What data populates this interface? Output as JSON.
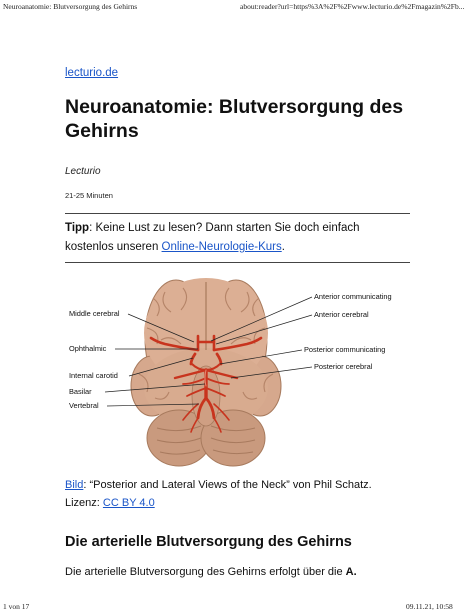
{
  "print": {
    "header_left": "Neuroanatomie: Blutversorgung des Gehirns",
    "header_right": "about:reader?url=https%3A%2F%2Fwww.lecturio.de%2Fmagazin%2Fb...",
    "footer_left": "1 von 17",
    "footer_right": "09.11.21, 10:58"
  },
  "article": {
    "domain": "lecturio.de",
    "title": "Neuroanatomie: Blutversorgung des Gehirns",
    "author": "Lecturio",
    "read_time": "21-25 Minuten"
  },
  "tip": {
    "label": "Tipp",
    "text_before": ": Keine Lust zu lesen? Dann starten Sie doch einfach kostenlos unseren ",
    "link": "Online-Neurologie-Kurs",
    "text_after": "."
  },
  "figure": {
    "labels_left": [
      "Middle cerebral",
      "Ophthalmic",
      "Internal carotid",
      "Basilar",
      "Vertebral"
    ],
    "labels_right": [
      "Anterior communicating",
      "Anterior cerebral",
      "Posterior communicating",
      "Posterior cerebral"
    ],
    "colors": {
      "brain": "#dcaf94",
      "brain_dark": "#b88466",
      "artery": "#c8341e"
    }
  },
  "caption": {
    "link": "Bild",
    "text": ": “Posterior and Lateral Views of the Neck” von Phil Schatz.",
    "license_label": "Lizenz: ",
    "license_link": "CC BY 4.0"
  },
  "section": {
    "heading": "Die arterielle Blutversorgung des Gehirns",
    "para_text": "Die arterielle Blutversorgung des Gehirns erfolgt über die ",
    "para_bold": "A."
  }
}
